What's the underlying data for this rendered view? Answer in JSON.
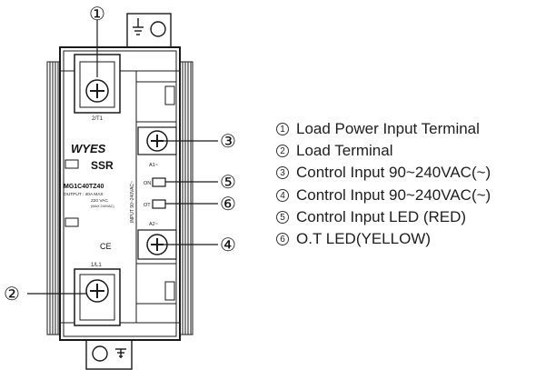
{
  "callouts": [
    "①",
    "②",
    "③",
    "④",
    "⑤",
    "⑥"
  ],
  "legend": [
    {
      "num": "1",
      "text": "Load Power Input Terminal"
    },
    {
      "num": "2",
      "text": "Load Terminal"
    },
    {
      "num": "3",
      "text": "Control Input 90~240VAC(~)"
    },
    {
      "num": "4",
      "text": "Control Input 90~240VAC(~)"
    },
    {
      "num": "5",
      "text": "Control Input LED (RED)"
    },
    {
      "num": "6",
      "text": "O.T LED(YELLOW)"
    }
  ],
  "device": {
    "brand": "WYES",
    "type": "SSR",
    "model": "MG1C40TZ40",
    "output_line": "OUTPUT : 40A MAX",
    "voltage_line": "220 VAC",
    "max_line": "(MAX 240VAC)",
    "terminal_top": "2/T1",
    "terminal_bottom": "1/L1",
    "a1": "A1~",
    "a2": "A2~",
    "led_on": "ON",
    "led_ot": "OT",
    "input_label": "INPUT  90~240VAC~",
    "ce_mark": "CE"
  },
  "colors": {
    "line": "#1a1a1a",
    "fill": "#ffffff",
    "led_red": "#d00000",
    "led_yellow": "#e6c000"
  }
}
